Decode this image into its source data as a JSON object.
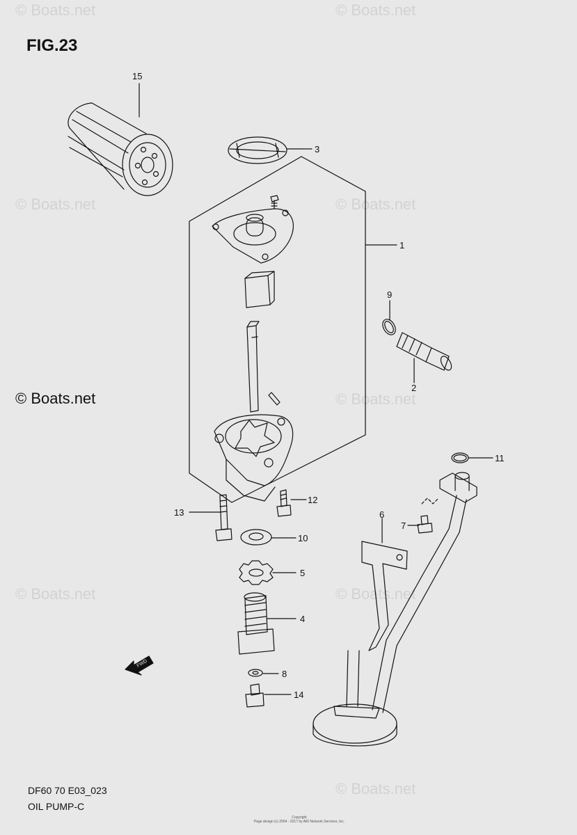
{
  "figure": {
    "label": "FIG.23",
    "model_code": "DF60 70 E03_023",
    "title": "OIL PUMP-C"
  },
  "watermark": {
    "text": "© Boats.net",
    "prominent_text": "© Boats.net"
  },
  "copyright": {
    "line1": "Copyright",
    "line2": "Page design (c) 2004 - 2017 by ARI Network Services, Inc."
  },
  "fwd_label": "FWD",
  "callouts": [
    {
      "id": "c1",
      "number": "1"
    },
    {
      "id": "c2",
      "number": "2"
    },
    {
      "id": "c3",
      "number": "3"
    },
    {
      "id": "c4",
      "number": "4"
    },
    {
      "id": "c5",
      "number": "5"
    },
    {
      "id": "c6",
      "number": "6"
    },
    {
      "id": "c7",
      "number": "7"
    },
    {
      "id": "c8",
      "number": "8"
    },
    {
      "id": "c9",
      "number": "9"
    },
    {
      "id": "c10",
      "number": "10"
    },
    {
      "id": "c11",
      "number": "11"
    },
    {
      "id": "c12",
      "number": "12"
    },
    {
      "id": "c13",
      "number": "13"
    },
    {
      "id": "c14",
      "number": "14"
    },
    {
      "id": "c15",
      "number": "15"
    }
  ],
  "colors": {
    "background": "#e8e8e8",
    "line": "#111111",
    "watermark": "#d2d2d2"
  }
}
